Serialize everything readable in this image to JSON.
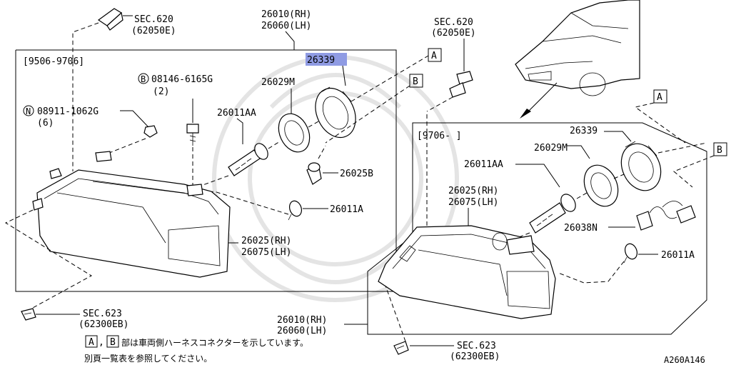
{
  "labels": {
    "sec620_left": "SEC.620",
    "sec620_left_sub": "(62050E)",
    "sec620_right": "SEC.620",
    "sec620_right_sub": "(62050E)",
    "part_26010_rh_top": "26010(RH)",
    "part_26060_lh_top": "26060(LH)",
    "date_range_left": "[9506-9706]",
    "date_range_right": "[9706-      ]",
    "part_26339_left": "26339",
    "part_26339_right": "26339",
    "bolt_b": "08146-6165G",
    "bolt_b_qty": "(2)",
    "nut_n": "08911-1062G",
    "nut_n_qty": "(6)",
    "part_26029m_left": "26029M",
    "part_26029m_right": "26029M",
    "part_26011aa_left": "26011AA",
    "part_26011aa_right": "26011AA",
    "part_26025b": "26025B",
    "part_26011a_left": "26011A",
    "part_26011a_right": "26011A",
    "part_26025_rh_left": "26025(RH)",
    "part_26075_lh_left": "26075(LH)",
    "part_26025_rh_right": "26025(RH)",
    "part_26075_lh_right": "26075(LH)",
    "part_26038n": "26038N",
    "sec623_left": "SEC.623",
    "sec623_left_sub": "(62300EB)",
    "sec623_right": "SEC.623",
    "sec623_right_sub": "(62300EB)",
    "part_26010_rh_bottom": "26010(RH)",
    "part_26060_lh_bottom": "26060(LH)",
    "marker_a": "A",
    "marker_b": "B",
    "marker_n": "N",
    "note_line1": "部は車両側ハーネスコネクターを示しています。",
    "note_line2": "別頁一覧表を参照してください。",
    "note_sep": ",",
    "diagram_code": "A260A146"
  },
  "colors": {
    "highlight": "#8f9be3",
    "line": "#000000",
    "watermark": "#e4e4e4"
  }
}
